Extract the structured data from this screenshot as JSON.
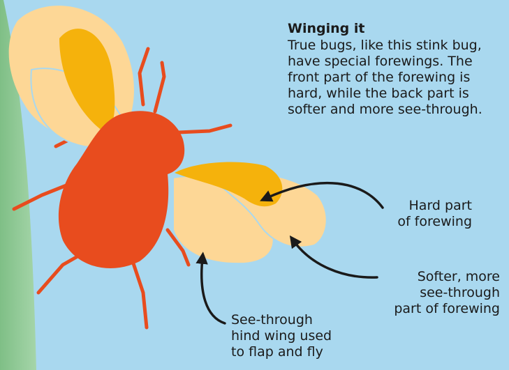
{
  "intro": {
    "title": "Winging it",
    "lines": [
      "True bugs, like this stink bug,",
      "have special forewings. The",
      "front part of the forewing is",
      "hard, while the back part is",
      "softer and more see-through."
    ]
  },
  "labels": {
    "hard_part": [
      "Hard part",
      "of forewing"
    ],
    "soft_part": [
      "Softer, more",
      "see-through",
      "part of forewing"
    ],
    "hind_wing": [
      "See-through",
      "hind wing used",
      "to flap and fly"
    ]
  },
  "colors": {
    "background": "#a9d8ef",
    "leaf": "#8fc896",
    "bug_body": "#e84c1e",
    "hard_forewing": "#f5b20c",
    "soft_wing": "#fdd796",
    "arrow": "#1a1a1a"
  }
}
